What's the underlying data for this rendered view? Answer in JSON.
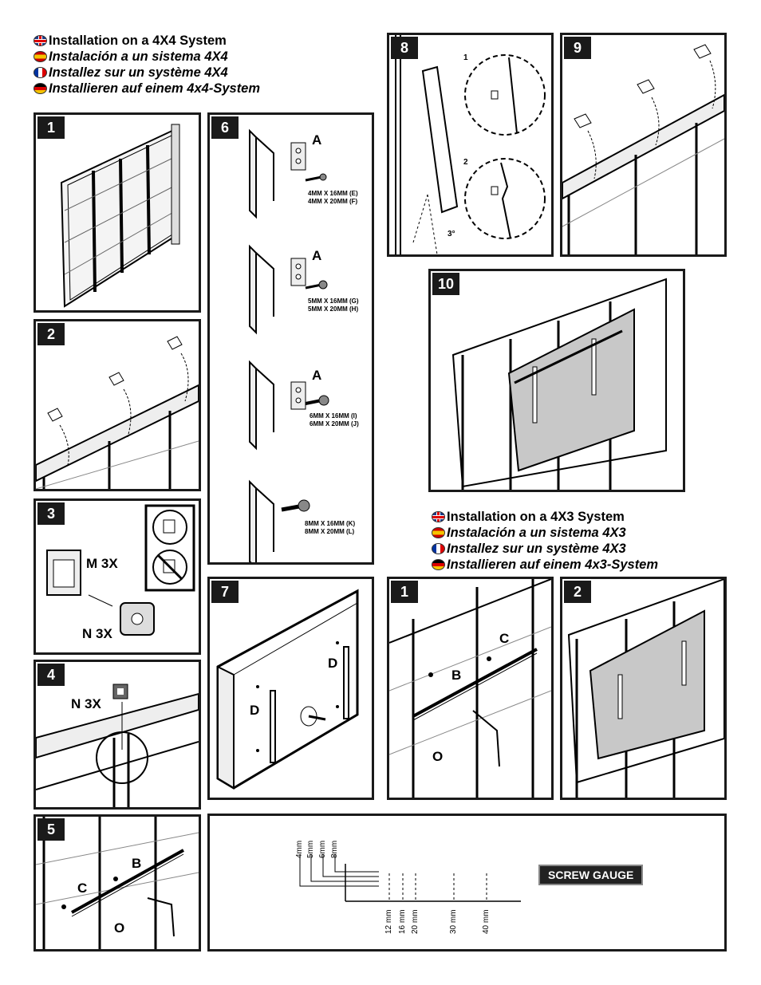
{
  "header_4x4": [
    {
      "flag": "uk",
      "text": "Installation on a 4X4 System",
      "italic": false
    },
    {
      "flag": "es",
      "text": "Instalación a un sistema 4X4",
      "italic": true
    },
    {
      "flag": "fr",
      "text": "Installez sur un système 4X4",
      "italic": true
    },
    {
      "flag": "de",
      "text": "Installieren auf einem 4x4-System",
      "italic": true
    }
  ],
  "header_4x3": [
    {
      "flag": "uk",
      "text": "Installation on a 4X3 System",
      "italic": false
    },
    {
      "flag": "es",
      "text": "Instalación a un sistema 4X3",
      "italic": true
    },
    {
      "flag": "fr",
      "text": "Installez sur un système 4X3",
      "italic": true
    },
    {
      "flag": "de",
      "text": "Installieren auf einem 4x3-System",
      "italic": true
    }
  ],
  "steps": {
    "s1": "1",
    "s2": "2",
    "s3": "3",
    "s4": "4",
    "s5": "5",
    "s6": "6",
    "s7": "7",
    "s8": "8",
    "s9": "9",
    "s10": "10",
    "t1": "1",
    "t2": "2"
  },
  "step3": {
    "m_label": "M 3X",
    "n_label": "N 3X"
  },
  "step4": {
    "n_label": "N 3X"
  },
  "step5": {
    "b": "B",
    "c": "C",
    "o": "O"
  },
  "step6": {
    "a": "A",
    "screws": [
      {
        "line1": "4MM X 16MM (E)",
        "line2": "4MM X 20MM (F)"
      },
      {
        "line1": "5MM X 16MM (G)",
        "line2": "5MM X 20MM (H)"
      },
      {
        "line1": "6MM X 16MM (I)",
        "line2": "6MM X 20MM (J)"
      },
      {
        "line1": "8MM X 16MM (K)",
        "line2": "8MM X 20MM (L)"
      }
    ]
  },
  "step7": {
    "d": "D"
  },
  "step8": {
    "detail1": "1",
    "detail2": "2",
    "angle": "3°"
  },
  "step4x3_1": {
    "b": "B",
    "c": "C",
    "o": "O"
  },
  "gauge": {
    "badge": "SCREW GAUGE",
    "diameters": [
      "4mm",
      "5mm",
      "6mm",
      "8mm"
    ],
    "lengths": [
      "12 mm",
      "16 mm",
      "20 mm",
      "30 mm",
      "40 mm"
    ]
  }
}
